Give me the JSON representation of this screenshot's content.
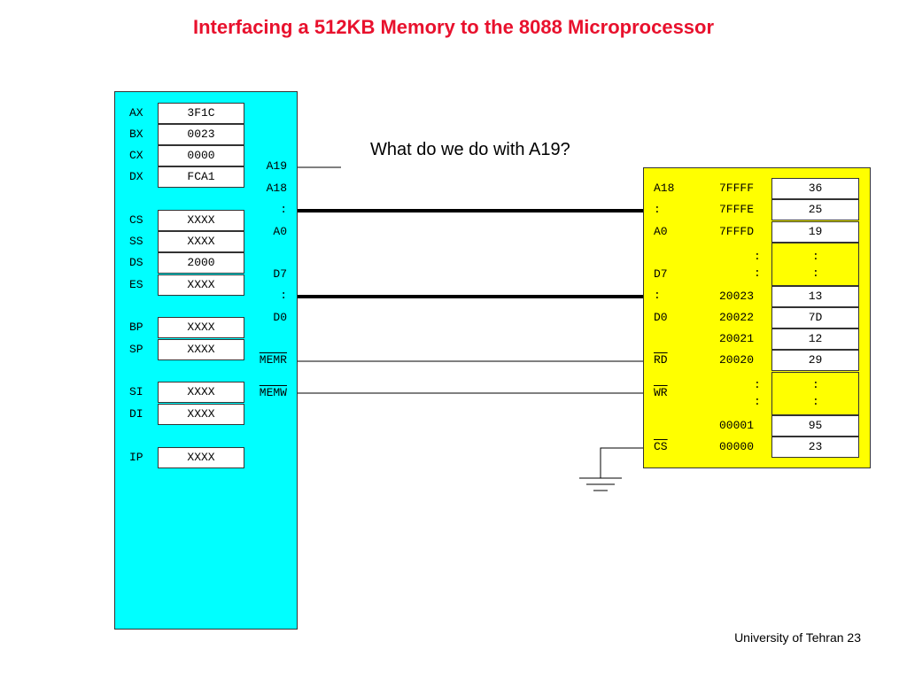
{
  "title": "Interfacing a 512KB Memory to the 8088 Microprocessor",
  "question": "What do we do with A19?",
  "footer": "University of Tehran 23",
  "cpu": {
    "registers": [
      {
        "name": "AX",
        "value": "3F1C"
      },
      {
        "name": "BX",
        "value": "0023"
      },
      {
        "name": "CX",
        "value": "0000"
      },
      {
        "name": "DX",
        "value": "FCA1"
      },
      {
        "name": "CS",
        "value": "XXXX"
      },
      {
        "name": "SS",
        "value": "XXXX"
      },
      {
        "name": "DS",
        "value": "2000"
      },
      {
        "name": "ES",
        "value": "XXXX"
      },
      {
        "name": "BP",
        "value": "XXXX"
      },
      {
        "name": "SP",
        "value": "XXXX"
      },
      {
        "name": "SI",
        "value": "XXXX"
      },
      {
        "name": "DI",
        "value": "XXXX"
      },
      {
        "name": "IP",
        "value": "XXXX"
      }
    ],
    "pins": [
      "A19",
      "A18",
      ":",
      "A0",
      "D7",
      ":",
      "D0",
      "MEMR",
      "MEMW"
    ]
  },
  "memory": {
    "pins": [
      "A18",
      ":",
      "A0",
      "D7",
      ":",
      "D0",
      "RD",
      "WR",
      "CS"
    ],
    "rows": [
      {
        "addr": "7FFFF",
        "data": "36"
      },
      {
        "addr": "7FFFE",
        "data": "25"
      },
      {
        "addr": "7FFFD",
        "data": "19"
      },
      {
        "addr": ":",
        "data": ":"
      },
      {
        "addr": ":",
        "data": ":"
      },
      {
        "addr": "20023",
        "data": "13"
      },
      {
        "addr": "20022",
        "data": "7D"
      },
      {
        "addr": "20021",
        "data": "12"
      },
      {
        "addr": "20020",
        "data": "29"
      },
      {
        "addr": ":",
        "data": ":"
      },
      {
        "addr": ":",
        "data": ":"
      },
      {
        "addr": "00001",
        "data": "95"
      },
      {
        "addr": "00000",
        "data": "23"
      }
    ]
  },
  "colors": {
    "title": "#e8112d",
    "cpu": "#00ffff",
    "memory": "#ffff00"
  }
}
